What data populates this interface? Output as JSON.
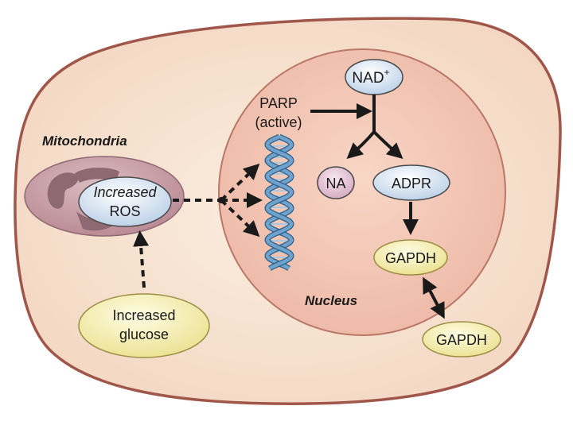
{
  "labels": {
    "mitochondria": "Mitochondria",
    "ros_line1": "Increased",
    "ros_line2": "ROS",
    "glucose_line1": "Increased",
    "glucose_line2": "glucose",
    "parp_line1": "PARP",
    "parp_line2": "(active)",
    "nad": "NAD",
    "nad_sup": "+",
    "na": "NA",
    "adpr": "ADPR",
    "gapdh_nuclear": "GAPDH",
    "gapdh_cytosolic": "GAPDH",
    "nucleus": "Nucleus"
  },
  "colors": {
    "cell_fill": "#f8e4d2",
    "cell_border": "#a0564a",
    "nucleus_fill": "#f4c8b6",
    "nucleus_border": "#b97868",
    "mito_fill": "#c69aa2",
    "mito_cristae": "#8e6872",
    "molecule_blue": "#d9e6f4",
    "molecule_pink": "#e4c6d6",
    "molecule_yellow": "#f5f0b4",
    "dna_blue": "#6fa3cd",
    "arrow": "#1a1a1a"
  }
}
